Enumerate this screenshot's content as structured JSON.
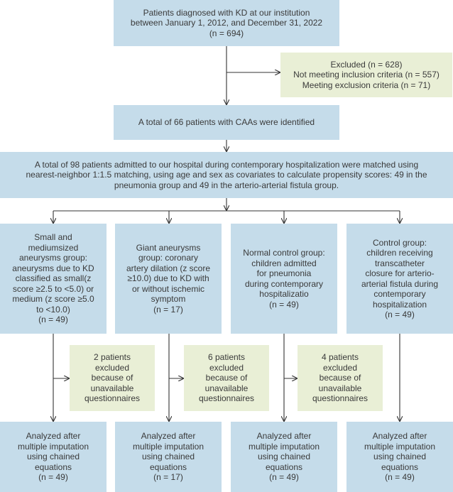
{
  "boxes": {
    "diagnosed": "Patients diagnosed with KD at our institution\nbetween January 1, 2012, and December 31, 2022\n(n = 694)",
    "excluded": "Excluded (n = 628)\nNot meeting inclusion criteria (n = 557)\nMeeting exclusion criteria (n = 71)",
    "caa_identified": "A total of 66 patients with CAAs were identified",
    "matched": "A total of 98 patients admitted to our hospital during contemporary hospitalization were matched using\nnearest-neighbor 1:1.5 matching, using age and sex as covariates to calculate propensity scores: 49 in the\npneumonia group and 49 in the arterio-arterial fistula group.",
    "group_small_medium": "Small and\nmediumsized\naneurysms group:\naneurysms due to KD\nclassified as small(z\nscore ≥2.5 to <5.0) or\nmedium (z score ≥5.0\nto <10.0)\n(n = 49)",
    "group_giant": "Giant aneurysms\ngroup: coronary\nartery dilation (z score\n≥10.0) due to KD with\nor without ischemic\nsymptom\n(n = 17)",
    "group_normal_control": "Normal control group:\nchildren admitted\nfor pneumonia\nduring contemporary\nhospitalizatio\n(n = 49)",
    "group_control_fistula": "Control group:\nchildren receiving\ntranscatheter\nclosure for arterio-\narterial fistula during\ncontemporary\nhospitalization\n(n = 49)",
    "excl_1": "2 patients\nexcluded\nbecause of\nunavailable\nquestionnaires",
    "excl_2": "6 patients\nexcluded\nbecause of\nunavailable\nquestionnaires",
    "excl_3": "4 patients\nexcluded\nbecause of\nunavailable\nquestionnaires",
    "analyzed_1": "Analyzed after\nmultiple imputation\nusing chained\nequations\n(n = 49)",
    "analyzed_2": "Analyzed after\nmultiple imputation\nusing chained\nequations\n(n = 17)",
    "analyzed_3": "Analyzed after\nmultiple imputation\nusing chained\nequations\n(n = 49)",
    "analyzed_4": "Analyzed after\nmultiple imputation\nusing chained\nequations\n(n = 49)"
  },
  "colors": {
    "box_blue": "#c5dcea",
    "box_green": "#e9efd6",
    "text": "#3a3a3a",
    "arrow": "#333333"
  }
}
